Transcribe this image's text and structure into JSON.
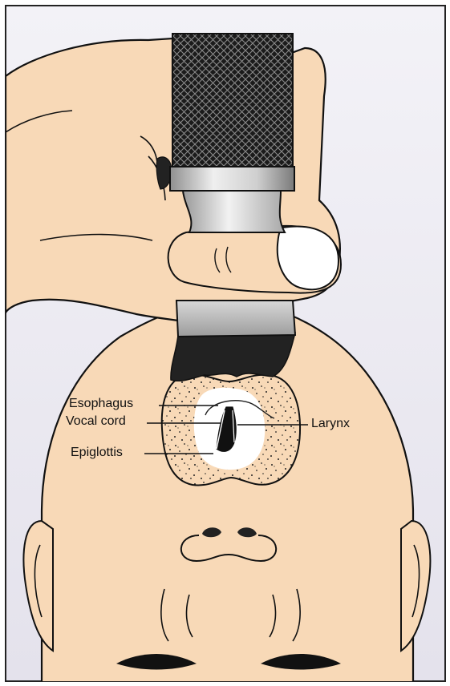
{
  "labels": {
    "esophagus": "Esophagus",
    "vocal_cord": "Vocal cord",
    "larynx": "Larynx",
    "epiglottis": "Epiglottis"
  },
  "colors": {
    "background": "#ecebf2",
    "skin": "#f8d9b7",
    "outline": "#111111",
    "handle_dark": "#1a1a1a",
    "metal": "#cfcfcf",
    "mucosa_white": "#ffffff"
  }
}
